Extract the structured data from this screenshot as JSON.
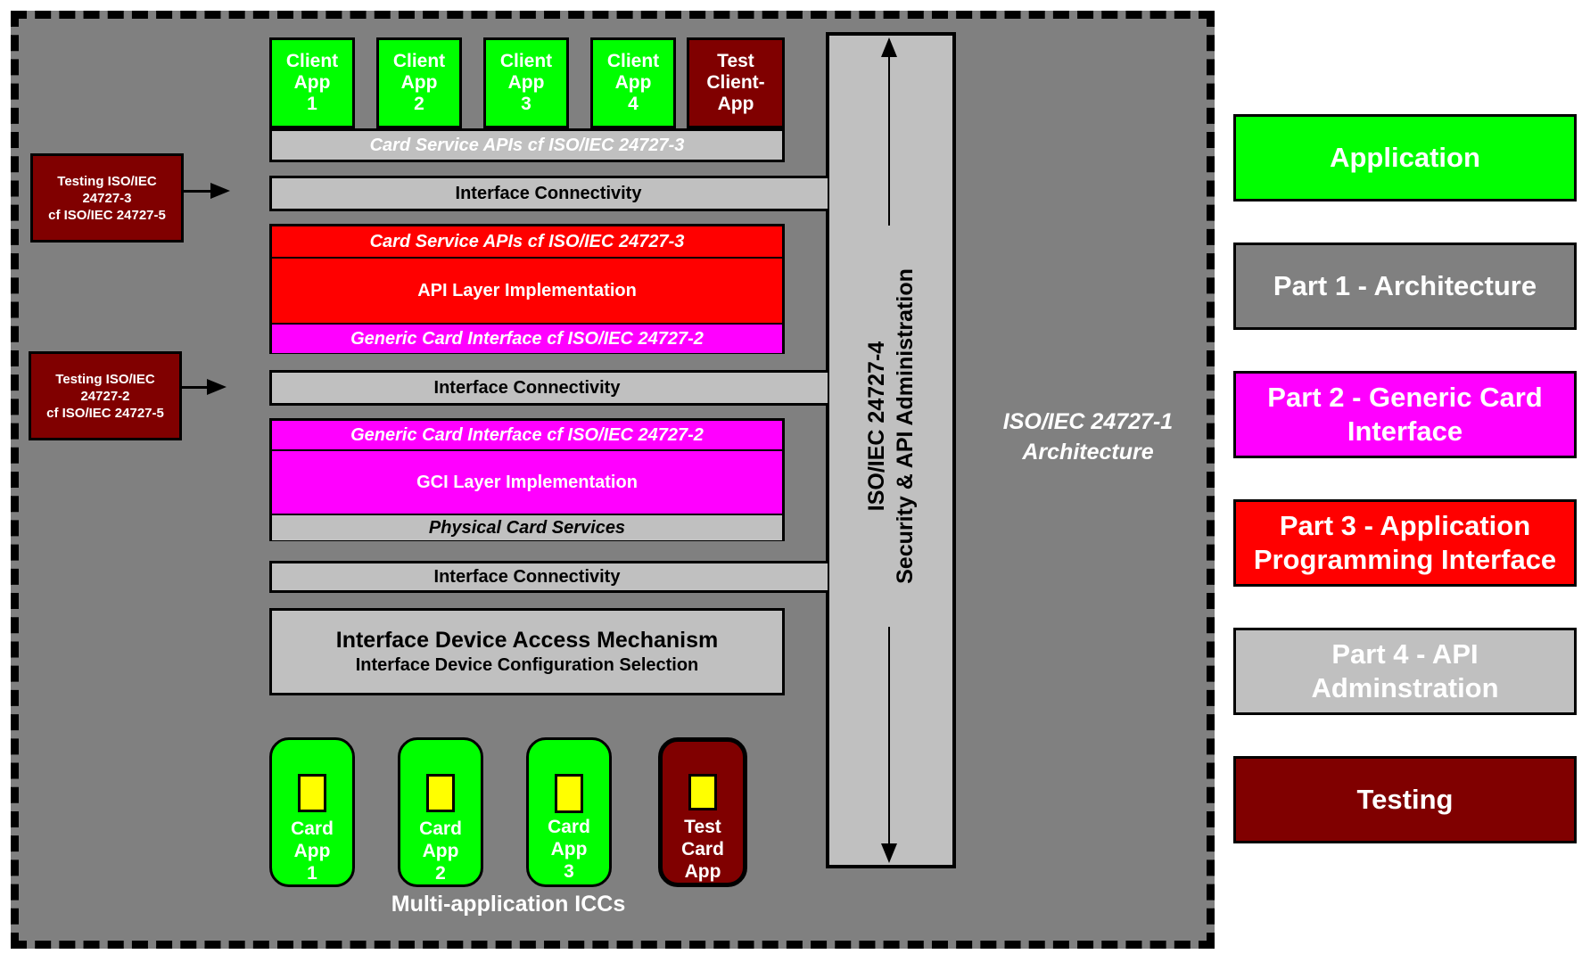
{
  "client_apps": [
    {
      "label": "Client App 1",
      "lines": [
        "Client",
        "App",
        "1"
      ]
    },
    {
      "label": "Client App 2",
      "lines": [
        "Client",
        "App",
        "2"
      ]
    },
    {
      "label": "Client App 3",
      "lines": [
        "Client",
        "App",
        "3"
      ]
    },
    {
      "label": "Client App 4",
      "lines": [
        "Client",
        "App",
        "4"
      ]
    }
  ],
  "test_client_app": {
    "lines": [
      "Test",
      "Client-",
      "App"
    ]
  },
  "card_service_apis_top": "Card Service APIs cf ISO/IEC 24727-3",
  "interface_connectivity_1": "Interface Connectivity",
  "interface_connectivity_2": "Interface Connectivity",
  "interface_connectivity_3": "Interface Connectivity",
  "api_block": {
    "header": "Card Service APIs cf ISO/IEC 24727-3",
    "body": "API Layer Implementation",
    "footer": "Generic Card Interface cf ISO/IEC 24727-2"
  },
  "gci_block": {
    "header": "Generic Card Interface cf ISO/IEC 24727-2",
    "body": "GCI Layer Implementation",
    "footer": "Physical Card Services"
  },
  "testing_boxes": [
    {
      "lines": [
        "Testing ISO/IEC",
        "24727-3",
        "cf ISO/IEC 24727-5"
      ]
    },
    {
      "lines": [
        "Testing ISO/IEC",
        "24727-2",
        "cf ISO/IEC 24727-5"
      ]
    }
  ],
  "device_access": {
    "title": "Interface Device Access Mechanism",
    "subtitle": "Interface Device  Configuration Selection"
  },
  "security": {
    "line1": "ISO/IEC 24727-4",
    "line2": "Security & API Administration"
  },
  "architecture_label": {
    "line1": "ISO/IEC 24727-1",
    "line2": "Architecture"
  },
  "cards": [
    {
      "lines": [
        "Card",
        "App",
        "1"
      ]
    },
    {
      "lines": [
        "Card",
        "App",
        "2"
      ]
    },
    {
      "lines": [
        "Card",
        "App",
        "3"
      ]
    }
  ],
  "test_card": {
    "lines": [
      "Test",
      "Card",
      "App"
    ]
  },
  "multi_app_label": "Multi-application ICCs",
  "legend": [
    {
      "lines": [
        "Application"
      ],
      "color": "#00ff00"
    },
    {
      "lines": [
        "Part 1 - Architecture"
      ],
      "color": "#808080"
    },
    {
      "lines": [
        "Part 2 - Generic Card",
        "Interface"
      ],
      "color": "#ff00ff"
    },
    {
      "lines": [
        "Part 3 - Application",
        "Programming Interface"
      ],
      "color": "#ff0000"
    },
    {
      "lines": [
        "Part 4 - API",
        "Adminstration"
      ],
      "color": "#c0c0c0"
    },
    {
      "lines": [
        "Testing"
      ],
      "color": "#800000"
    }
  ],
  "colors": {
    "application": "#00ff00",
    "architecture": "#808080",
    "generic_card_interface": "#ff00ff",
    "api": "#ff0000",
    "api_administration": "#c0c0c0",
    "testing": "#800000"
  }
}
